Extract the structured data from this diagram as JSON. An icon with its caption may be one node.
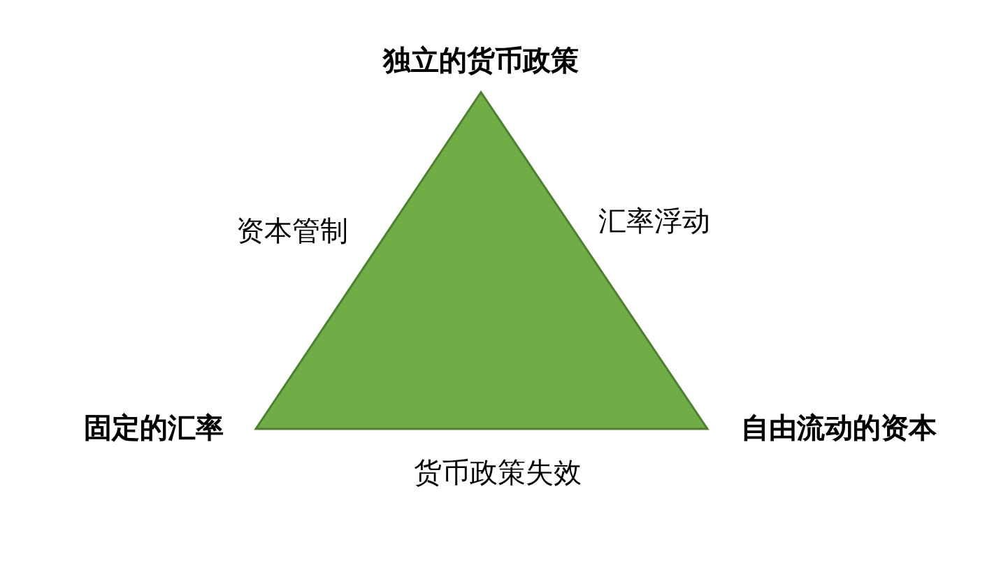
{
  "diagram": {
    "labels": [
      "独立的货币政策",
      "资本管制",
      "汇率浮动",
      "固定的汇率",
      "自由流动的资本",
      "货币政策失效"
    ]
  }
}
